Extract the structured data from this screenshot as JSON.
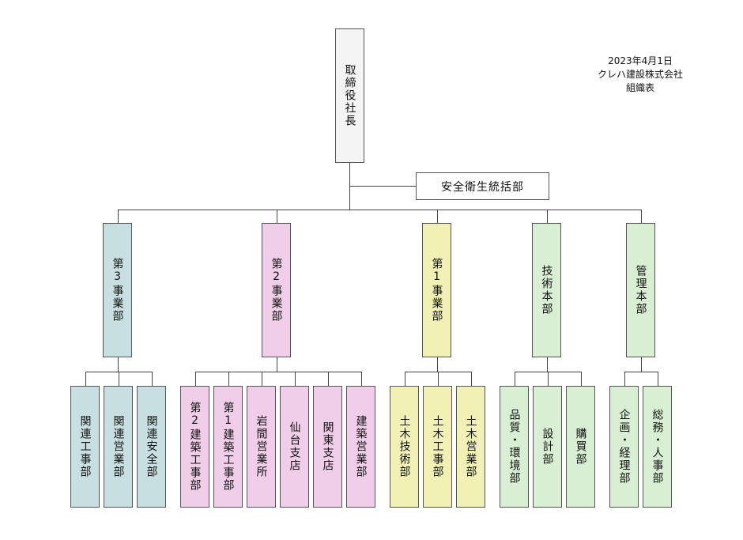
{
  "header": {
    "date": "2023年4月1日",
    "company": "クレハ建設株式会社",
    "title": "組織表"
  },
  "ceo": "取締役社長",
  "staff": "安全衛生統括部",
  "divisions": [
    {
      "name": "第3事業部",
      "color": "#c8dfe2",
      "units": [
        "関連工事部",
        "関連営業部",
        "関連安全部"
      ]
    },
    {
      "name": "第2事業部",
      "color": "#f0cde8",
      "units": [
        "第2建築工事部",
        "第1建築工事部",
        "岩間営業所",
        "仙台支店",
        "関東支店",
        "建築営業部"
      ]
    },
    {
      "name": "第1事業部",
      "color": "#f1f1b6",
      "units": [
        "土木技術部",
        "土木工事部",
        "土木営業部"
      ]
    },
    {
      "name": "技術本部",
      "color": "#d9efd3",
      "units": [
        "品質・環境部",
        "設計部",
        "購買部"
      ]
    },
    {
      "name": "管理本部",
      "color": "#d9efd3",
      "units": [
        "企画・経理部",
        "総務・人事部"
      ]
    }
  ],
  "colors": {
    "ceo": "#f4f4f4",
    "staff": "#ffffff",
    "line": "#444444",
    "border": "#555555"
  }
}
